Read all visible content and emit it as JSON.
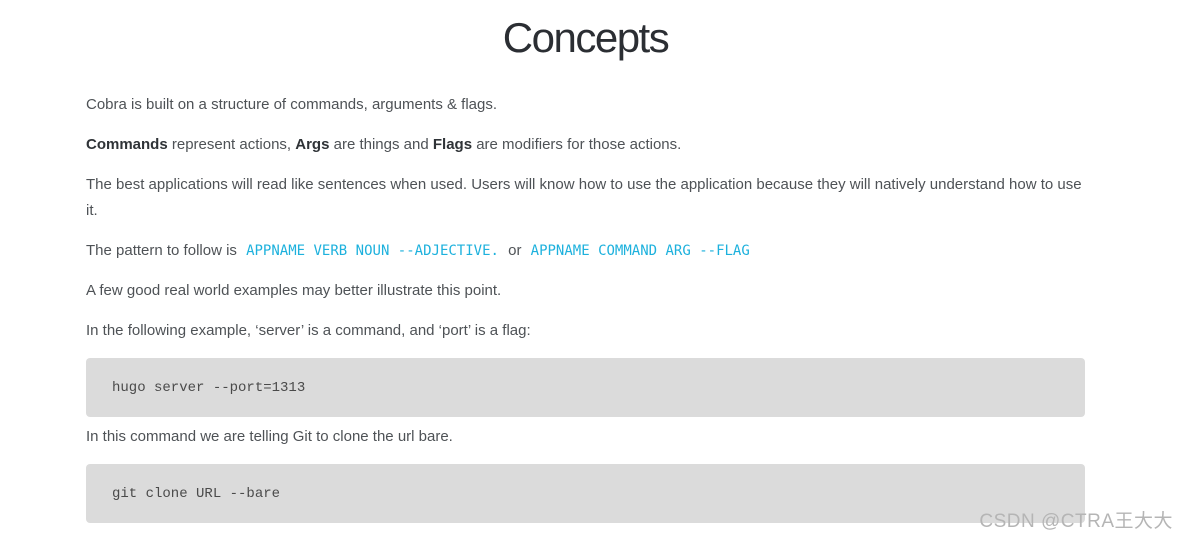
{
  "title": "Concepts",
  "paragraphs": {
    "intro": "Cobra is built on a structure of commands, arguments & flags.",
    "definitions": {
      "bold_commands": "Commands",
      "after_commands": " represent actions, ",
      "bold_args": "Args",
      "after_args": " are things and ",
      "bold_flags": "Flags",
      "after_flags": " are modifiers for those actions."
    },
    "best_apps": "The best applications will read like sentences when used. Users will know how to use the application because they will natively understand how to use it.",
    "pattern": {
      "prefix": "The pattern to follow is ",
      "code_adjective": "APPNAME VERB NOUN --ADJECTIVE.",
      "middle": " or ",
      "code_flag": "APPNAME COMMAND ARG --FLAG"
    },
    "examples": "A few good real world examples may better illustrate this point.",
    "following_example": "In the following example, ‘server’ is a command, and ‘port’ is a flag:",
    "git_explanation": "In this command we are telling Git to clone the url bare."
  },
  "code_blocks": {
    "hugo": "hugo server --port=1313",
    "git": "git clone URL --bare"
  },
  "watermark": "CSDN @CTRA王大大",
  "colors": {
    "inline-code": "#1db1dd",
    "code-block-bg": "#dbdbdb",
    "body-text": "#4e5256",
    "heading-text": "#2b2e33",
    "code-text": "#4a4a4a",
    "watermark": "#b5b5b5",
    "page-bg": "#ffffff"
  }
}
